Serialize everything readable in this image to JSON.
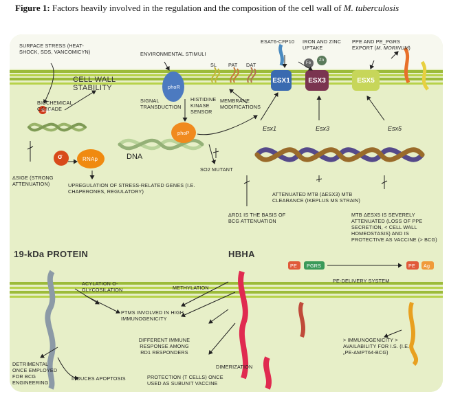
{
  "caption": {
    "prefix": "Figure 1:",
    "text": " Factors heavily involved in the regulation and the composition of the cell wall of ",
    "species": "M. tuberculosis"
  },
  "labels": {
    "surface_stress": "SURFACE STRESS (HEAT-SHOCK, SDS, VANCOMICYN)",
    "cell_wall_stability": "CELL WALL STABILITY",
    "biochemical_cascade": "BIOCHEMICAL CASCADE",
    "sige": "SigE",
    "sigma": "σ",
    "rnap": "RNAp",
    "dna": "DNA",
    "delta_sige": "ΔSigE (STRONG ATTENUATION)",
    "upregulation": "UPREGULATION OF STRESS-RELATED GENES (i.e. CHAPERONES, REGULATORY)",
    "environmental_stimuli": "ENVIRONMENTAL STIMULI",
    "phor": "phoR",
    "phop": "phoP",
    "histidine_kinase": "HISTIDINE KINASE SENSOR",
    "signal_transduction": "SIGNAL TRANSDUCTION",
    "sl": "SL",
    "pat": "PAT",
    "dat": "DAT",
    "membrane_modifications": "MEMBRANE MODIFICATIONS",
    "so2_mutant": "SO2 MUTANT",
    "esat6": "ESAT6-CFP10",
    "iron_zinc": "IRON and ZINC UPTAKE",
    "fe": "Fe",
    "zn": "Zn",
    "ppe_export": "PPE and PE_PGRS EXPORT (",
    "ppe_export_species": "M. Morinum",
    "ppe_export_end": ")",
    "esx1": "ESX1",
    "esx3": "ESX3",
    "esx5": "ESX5",
    "esx1_gene": "Esx1",
    "esx3_gene": "Esx3",
    "esx5_gene": "Esx5",
    "ard1": "ΔRD1 IS THE BASIS OF BCG ATTENUATION",
    "attenuated_mtb": "ATTENUATED MTB (ΔEsx3) MTB CLEARANCE (IKEPLUS MS STRAIN)",
    "mtb_esx5": "MTB ΔEsx5 IS SEVERELY ATTENUATED (LOSS OF PPE SECRETION, < CELL WALL HOMEOSTASIS) AND IS PROTECTIVE AS VACCINE (> BCG)",
    "protein_19kda": "19-kDa PROTEIN",
    "hbha": "HBHA",
    "acylation": "ACYLATION O-GLYCOSILATION",
    "methylation": "METHYLATION",
    "ptms": "PTMs INVOLVED IN HIGH IMMUNOGENICITY",
    "different_immune": "DIFFERENT IMMUNE RESPONSE AMONG RD1 RESPONDERS",
    "detrimental": "DETRIMENTAL ONCE EMPLOYED FOR BCG ENGINEERING",
    "apoptosis": "INDUCES APOPTOSIS",
    "protection": "PROTECTION (T CELLS) ONCE USED AS SUBUNIT VACCINE",
    "dimerization": "DIMERIZATION",
    "pe": "PE",
    "pgrs": "PGRS",
    "pe2": "PE",
    "ag": "Ag",
    "pe_delivery": "PE-DELIVERY SYSTEM",
    "immunogenicity": "> IMMUNOGENICITY > AVAILABILITY FOR I.S. (i.e. „PE-ΔMPT64-BCG)"
  }
}
